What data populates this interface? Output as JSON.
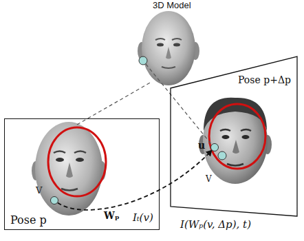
{
  "diagram": {
    "nodes": [
      {
        "text": [
          "Pose p",
          "Iₜ(v)"
        ]
      },
      {
        "text": [
          "V"
        ],
        "in": 0
      },
      {
        "text": [
          "Pose p+Δp",
          "I(Wₚ(v, Δp), t)"
        ]
      },
      {
        "text": [
          "u"
        ],
        "in": 2
      }
    ],
    "edges": [
      {
        "from": 1,
        "to": 3,
        "label": "Wₚ",
        "arrow": "to"
      }
    ],
    "labels": [
      "3D Model",
      "V"
    ]
  }
}
